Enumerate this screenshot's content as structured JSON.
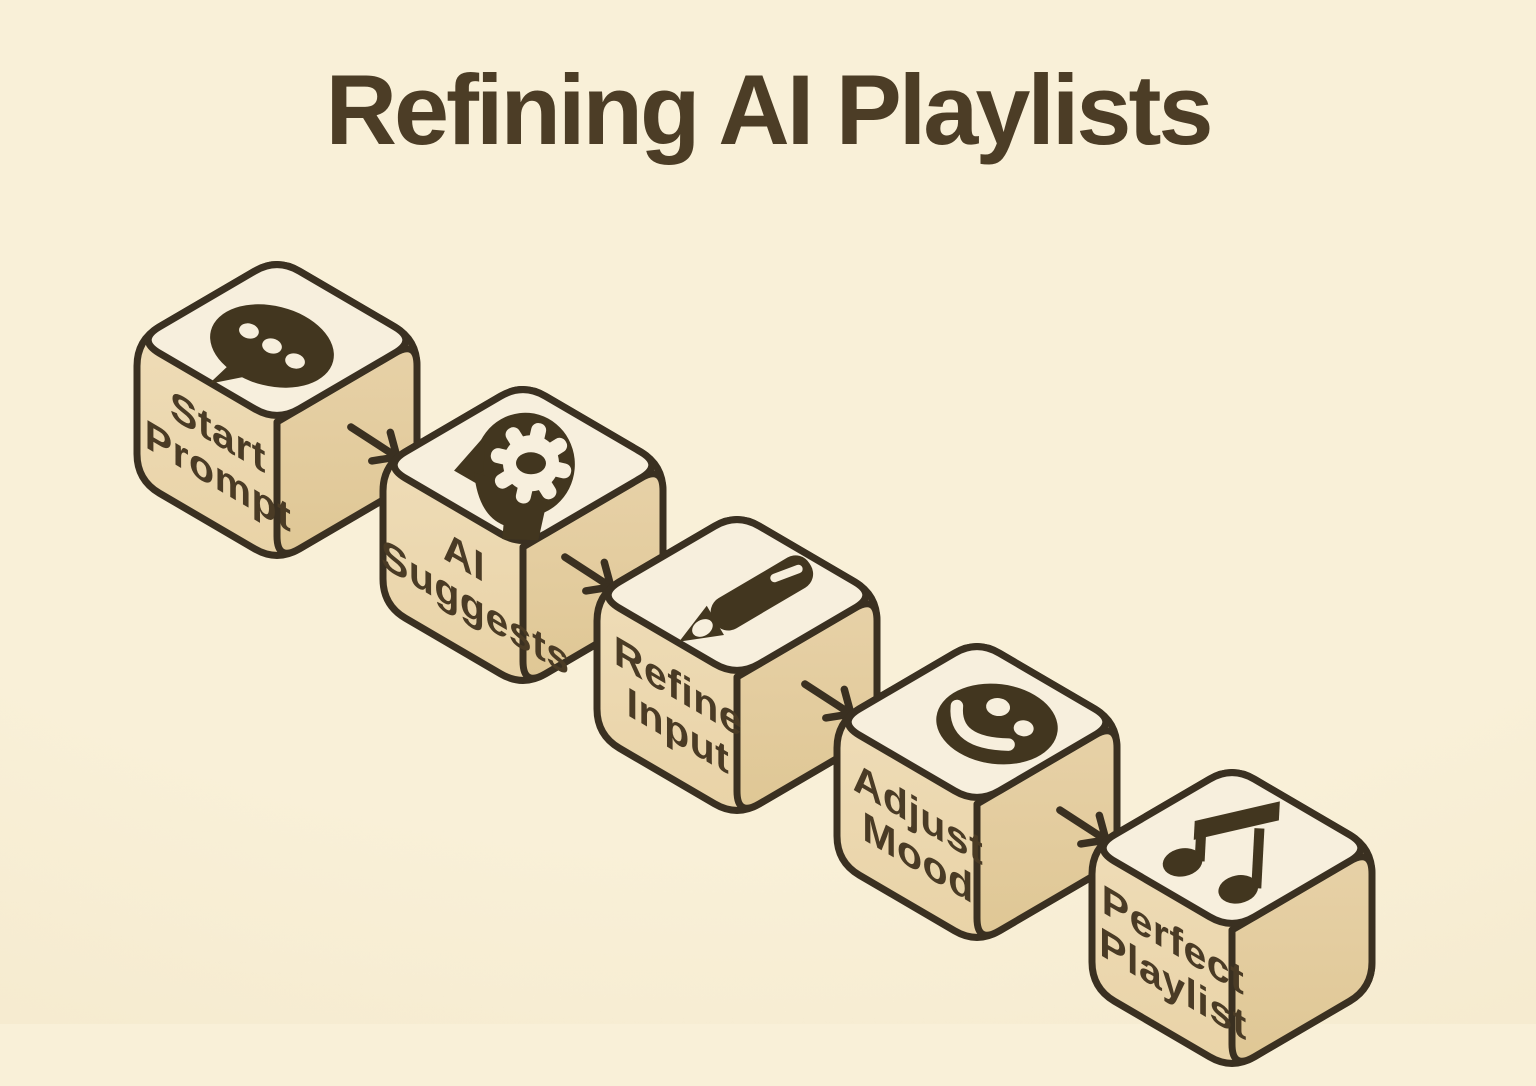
{
  "title": "Refining AI Playlists",
  "diagram_type": "isometric step flow",
  "steps": [
    {
      "index": 1,
      "label": "Start\nPrompt",
      "icon": "chat-bubble-icon"
    },
    {
      "index": 2,
      "label": "AI\nSuggests",
      "icon": "head-gear-icon"
    },
    {
      "index": 3,
      "label": "Refine\nInput",
      "icon": "pencil-icon"
    },
    {
      "index": 4,
      "label": "Adjust\nMood",
      "icon": "smiley-face-icon"
    },
    {
      "index": 5,
      "label": "Perfect\nPlaylist",
      "icon": "music-note-icon"
    }
  ],
  "connectors": {
    "count": 4,
    "style": "hand-drawn arrow pointing to next cube"
  },
  "colors": {
    "background": "#f9f0d8",
    "background_edge": "#f3e7c9",
    "face_top": "#f7efdd",
    "face_left": "#ecd8b0",
    "face_right": "#e3cc9e",
    "outline": "#3a3021",
    "ink": "#42361f",
    "label_text": "#4a3b25",
    "title_text": "#4c3d26"
  }
}
